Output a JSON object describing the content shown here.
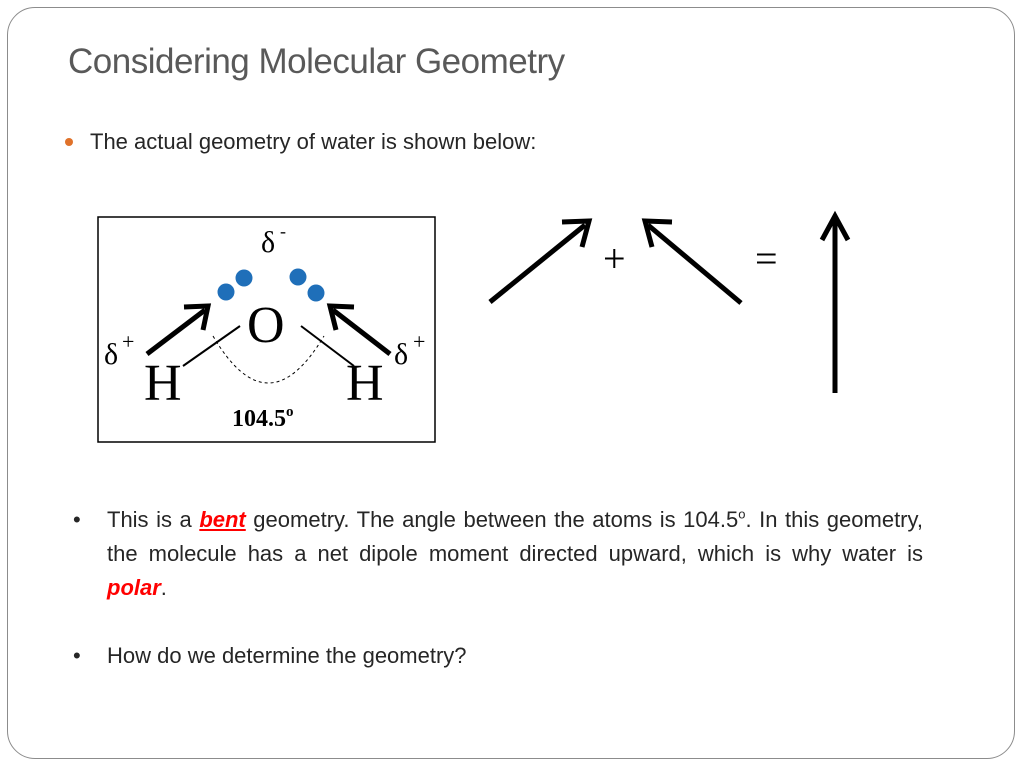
{
  "slide": {
    "title": "Considering Molecular Geometry",
    "intro_bullet": "The actual geometry of water is shown below:"
  },
  "diagram": {
    "delta_minus_symbol": "δ",
    "delta_minus_sign": "-",
    "delta_plus_left_symbol": "δ",
    "delta_plus_left_sign": "+",
    "delta_plus_right_symbol": "δ",
    "delta_plus_right_sign": "+",
    "oxygen_label": "O",
    "hydrogen_left_label": "H",
    "hydrogen_right_label": "H",
    "angle_value": "104.5",
    "angle_degree": "o",
    "plus_sign": "+",
    "equals_sign": "=",
    "lone_pair_color": "#1f6fb9"
  },
  "bullets": [
    {
      "part1": "This is a ",
      "emph1": "bent",
      "part2": " geometry.  The angle between the atoms is 104.5",
      "sup": "o",
      "part3": ".  In this geometry, the molecule has a net dipole moment directed upward, which is why water is ",
      "emph2": "polar",
      "part4": "."
    },
    {
      "text": "How do we determine the geometry?"
    }
  ],
  "colors": {
    "accent_bullet": "#e0722a",
    "emphasis": "#ff0000",
    "title": "#595959"
  }
}
